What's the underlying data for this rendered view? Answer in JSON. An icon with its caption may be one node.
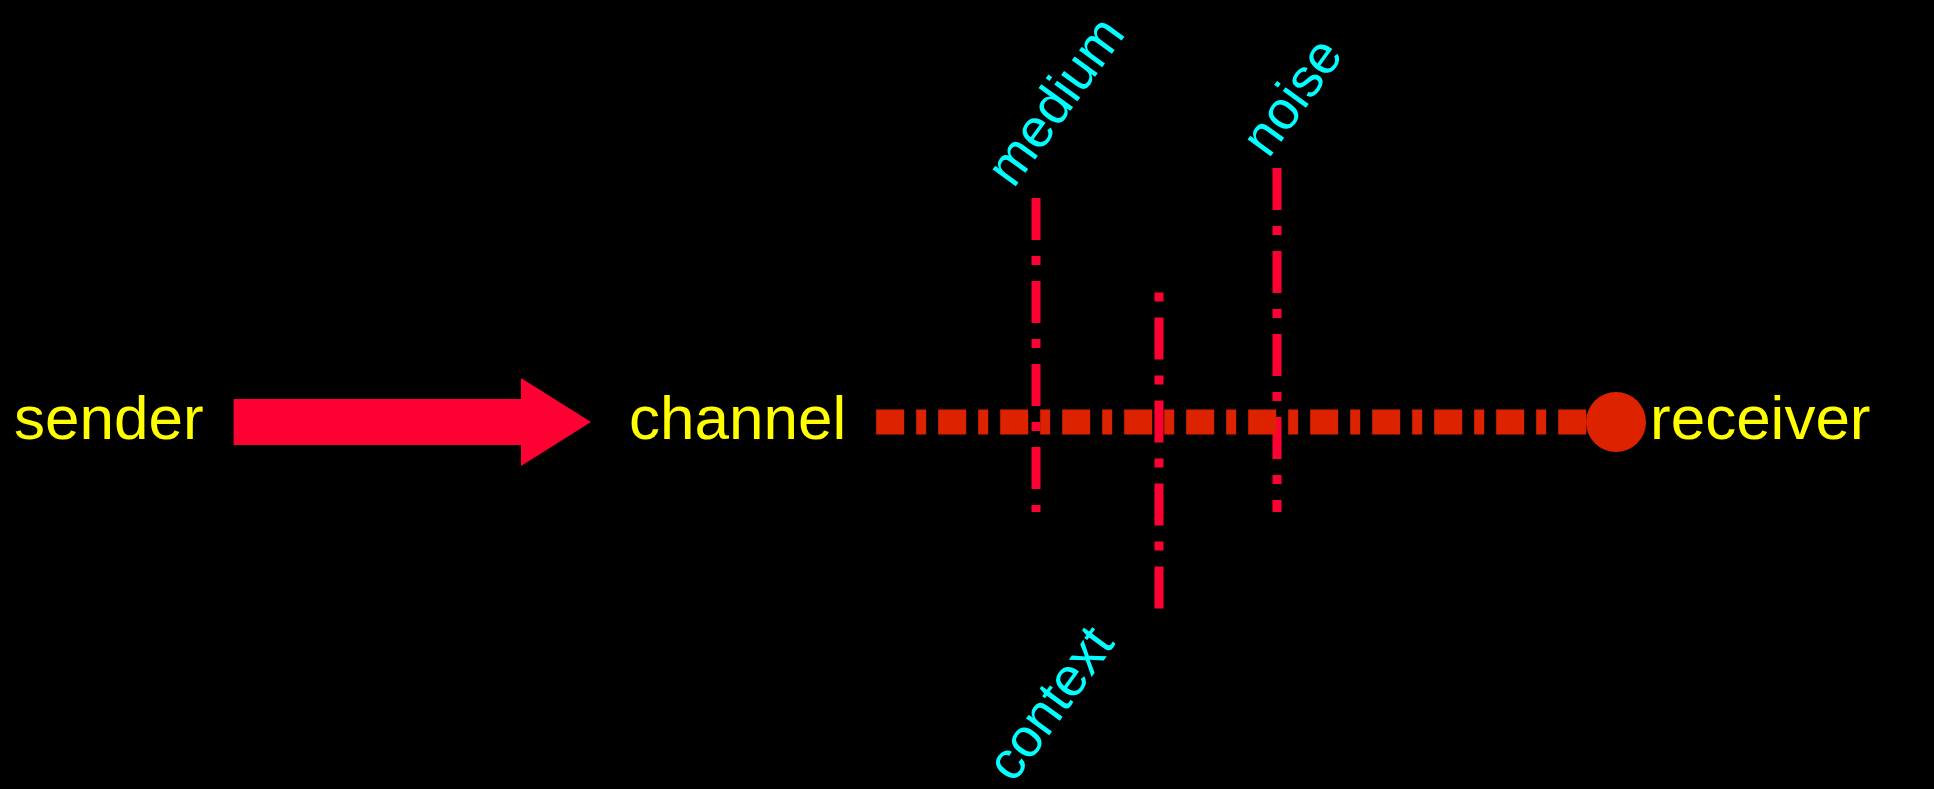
{
  "diagram": {
    "nodes": [
      {
        "text": [
          "sender"
        ]
      },
      {
        "text": [
          "channel"
        ]
      },
      {
        "text": [
          "receiver"
        ]
      },
      {
        "text": [
          "medium"
        ]
      },
      {
        "text": [
          "noise"
        ]
      },
      {
        "text": [
          "context"
        ]
      }
    ],
    "edges": [
      {
        "from": 0,
        "to": 1,
        "arrow": "to",
        "style": "thick"
      },
      {
        "from": 1,
        "to": 2,
        "arrow": "other",
        "style": "dashed",
        "color": "#dd2200"
      },
      {
        "from": 3,
        "to": null,
        "arrow": "none",
        "style": "dashed"
      },
      {
        "from": 4,
        "to": null,
        "arrow": "none",
        "style": "dashed"
      },
      {
        "from": 5,
        "to": null,
        "arrow": "none",
        "style": "dashed"
      }
    ]
  }
}
